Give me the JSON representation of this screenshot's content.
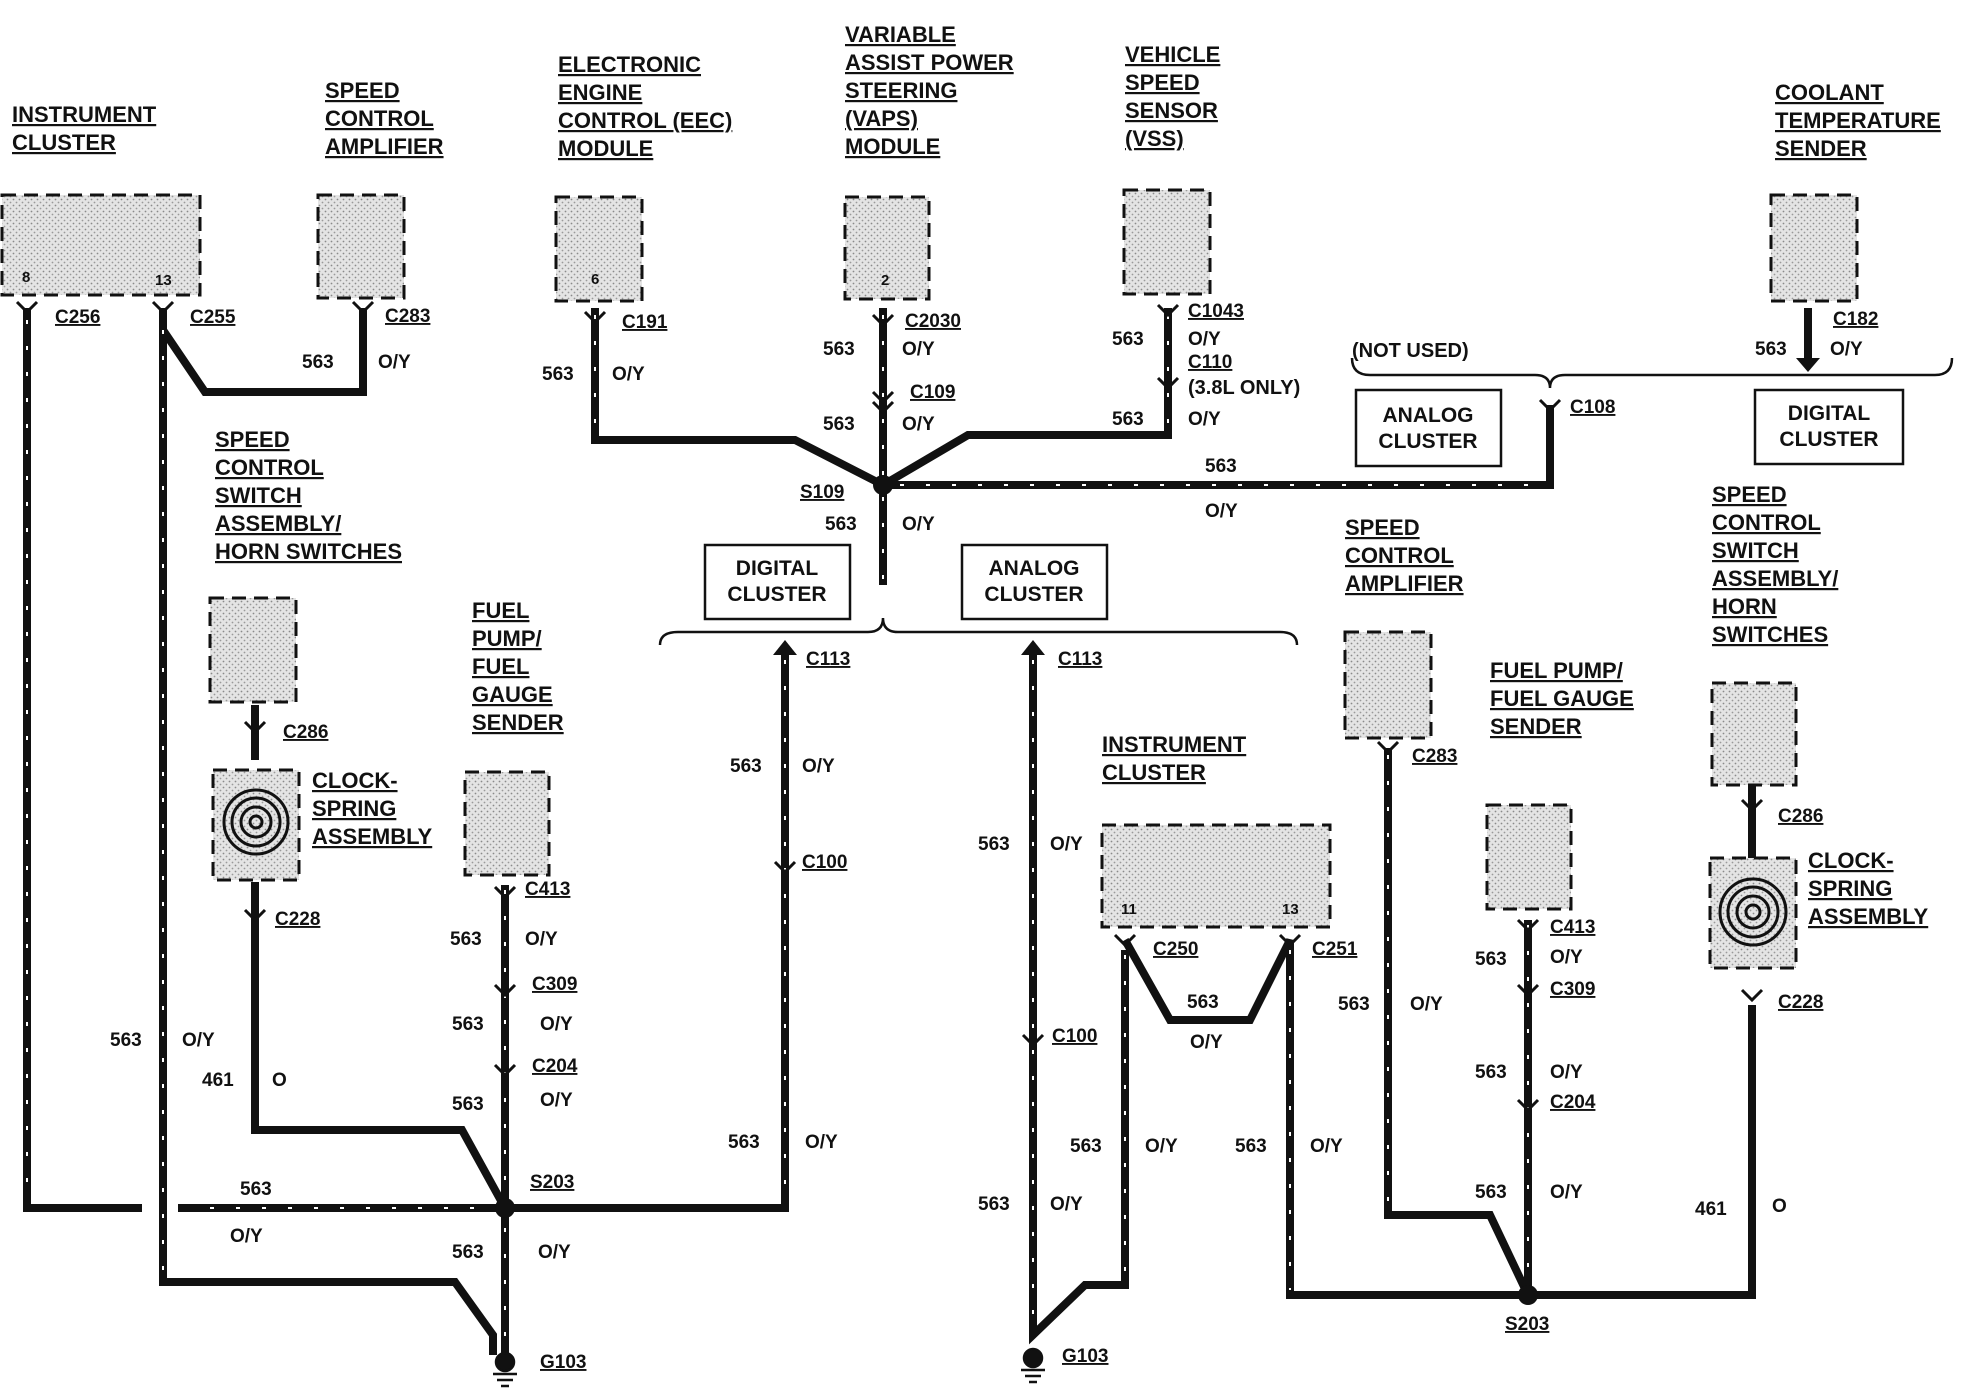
{
  "components": [
    {
      "id": "instrument-cluster-left",
      "label": [
        "INSTRUMENT",
        "CLUSTER"
      ],
      "pins": [
        "8",
        "13"
      ]
    },
    {
      "id": "speed-control-amplifier-left",
      "label": [
        "SPEED",
        "CONTROL",
        "AMPLIFIER"
      ]
    },
    {
      "id": "eec-module",
      "label": [
        "ELECTRONIC",
        "ENGINE",
        "CONTROL (EEC)",
        "MODULE"
      ],
      "pins": [
        "6"
      ]
    },
    {
      "id": "vaps-module",
      "label": [
        "VARIABLE",
        "ASSIST POWER",
        "STEERING",
        "(VAPS)",
        "MODULE"
      ],
      "pins": [
        "2"
      ]
    },
    {
      "id": "vss",
      "label": [
        "VEHICLE",
        "SPEED",
        "SENSOR",
        "(VSS)"
      ]
    },
    {
      "id": "coolant-temperature-sender",
      "label": [
        "COOLANT",
        "TEMPERATURE",
        "SENDER"
      ]
    },
    {
      "id": "speed-control-switch-left",
      "label": [
        "SPEED",
        "CONTROL",
        "SWITCH",
        "ASSEMBLY/",
        "HORN SWITCHES"
      ]
    },
    {
      "id": "clockspring-left",
      "label": [
        "CLOCK-",
        "SPRING",
        "ASSEMBLY"
      ]
    },
    {
      "id": "fuel-pump-sender-left",
      "label": [
        "FUEL",
        "PUMP/",
        "FUEL",
        "GAUGE",
        "SENDER"
      ]
    },
    {
      "id": "speed-control-amplifier-right",
      "label": [
        "SPEED",
        "CONTROL",
        "AMPLIFIER"
      ]
    },
    {
      "id": "instrument-cluster-right",
      "label": [
        "INSTRUMENT",
        "CLUSTER"
      ],
      "pins": [
        "11",
        "13"
      ]
    },
    {
      "id": "fuel-pump-sender-right",
      "label": [
        "FUEL PUMP/",
        "FUEL GAUGE",
        "SENDER"
      ]
    },
    {
      "id": "speed-control-switch-right",
      "label": [
        "SPEED",
        "CONTROL",
        "SWITCH",
        "ASSEMBLY/",
        "HORN",
        "SWITCHES"
      ]
    },
    {
      "id": "clockspring-right",
      "label": [
        "CLOCK-",
        "SPRING",
        "ASSEMBLY"
      ]
    }
  ],
  "option_boxes": {
    "analog_top": "ANALOG\nCLUSTER",
    "digital_top": "DIGITAL\nCLUSTER",
    "digital_mid": "DIGITAL\nCLUSTER",
    "analog_mid": "ANALOG\nCLUSTER"
  },
  "notes": {
    "not_used": "(NOT USED)",
    "c110_note": "(3.8L ONLY)"
  },
  "connectors": {
    "c256": "C256",
    "c255": "C255",
    "c283_top": "C283",
    "c191": "C191",
    "c2030": "C2030",
    "c109": "C109",
    "c1043": "C1043",
    "c110": "C110",
    "c182": "C182",
    "c108": "C108",
    "c286_left": "C286",
    "c228_left": "C228",
    "c413_left": "C413",
    "c309_left": "C309",
    "c204_left": "C204",
    "c113_left": "C113",
    "c100_left": "C100",
    "c113_right": "C113",
    "c100_right": "C100",
    "c250": "C250",
    "c251": "C251",
    "c283_right": "C283",
    "c413_right": "C413",
    "c309_right": "C309",
    "c204_right": "C204",
    "c286_right": "C286",
    "c228_right": "C228"
  },
  "splices": {
    "s109": "S109",
    "s203_left": "S203",
    "s203_right": "S203"
  },
  "grounds": {
    "g103_left": "G103",
    "g103_right": "G103"
  },
  "wires": {
    "circuit_563": "563",
    "circuit_461": "461",
    "color_oy": "O/Y",
    "color_o": "O"
  }
}
